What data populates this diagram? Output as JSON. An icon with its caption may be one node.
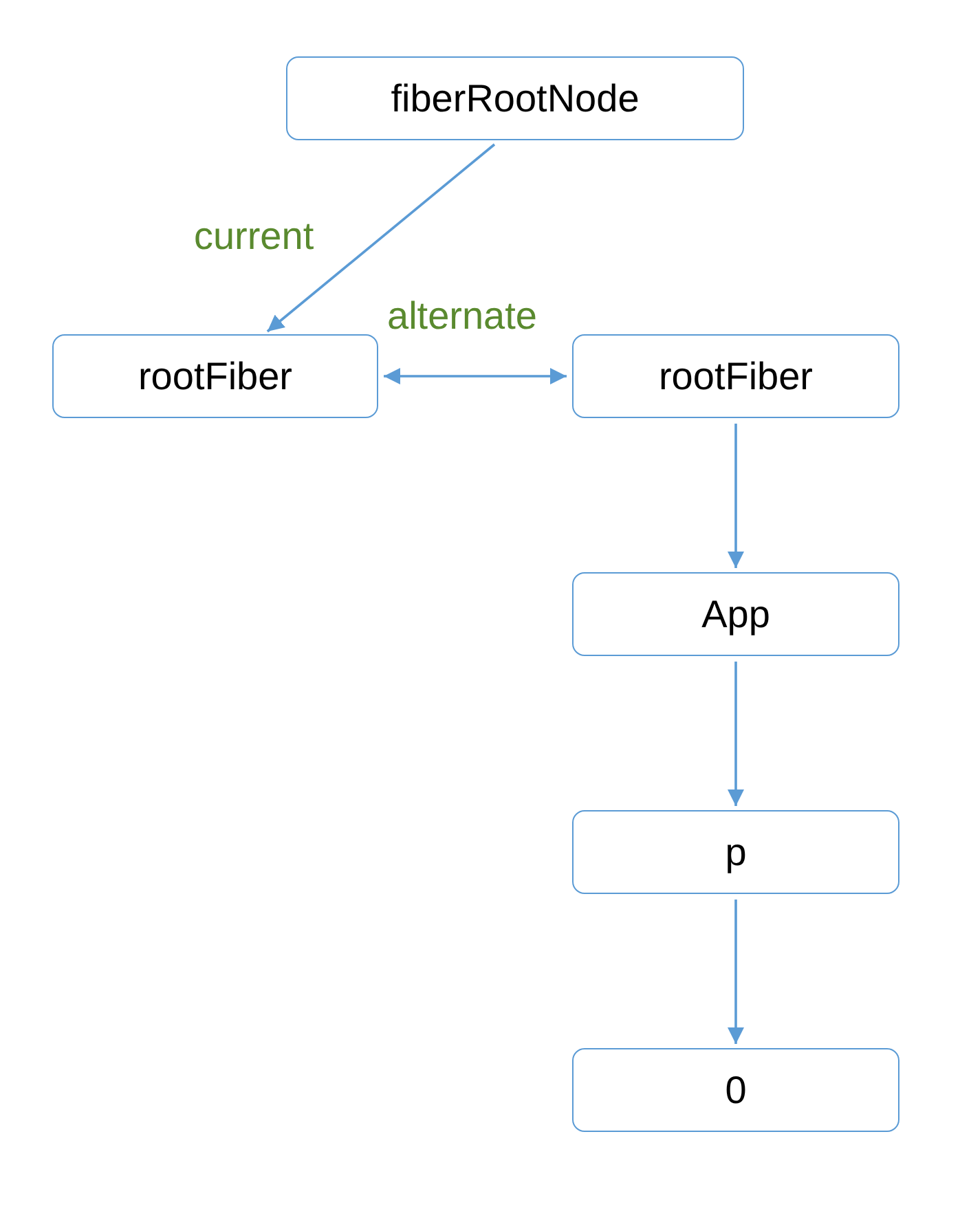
{
  "diagram": {
    "nodes": [
      {
        "text": [
          "fiberRootNode"
        ]
      },
      {
        "text": [
          "rootFiber"
        ]
      },
      {
        "text": [
          "rootFiber"
        ]
      },
      {
        "text": [
          "App"
        ]
      },
      {
        "text": [
          "p"
        ]
      },
      {
        "text": [
          "0"
        ]
      }
    ],
    "edges": [
      {
        "from": 0,
        "to": 1,
        "arrow": "to",
        "label": "current"
      },
      {
        "from": 1,
        "to": 2,
        "arrow": "both",
        "label": "alternate"
      },
      {
        "from": 2,
        "to": 3,
        "arrow": "to"
      },
      {
        "from": 3,
        "to": 4,
        "arrow": "to"
      },
      {
        "from": 4,
        "to": 5,
        "arrow": "to"
      }
    ]
  }
}
